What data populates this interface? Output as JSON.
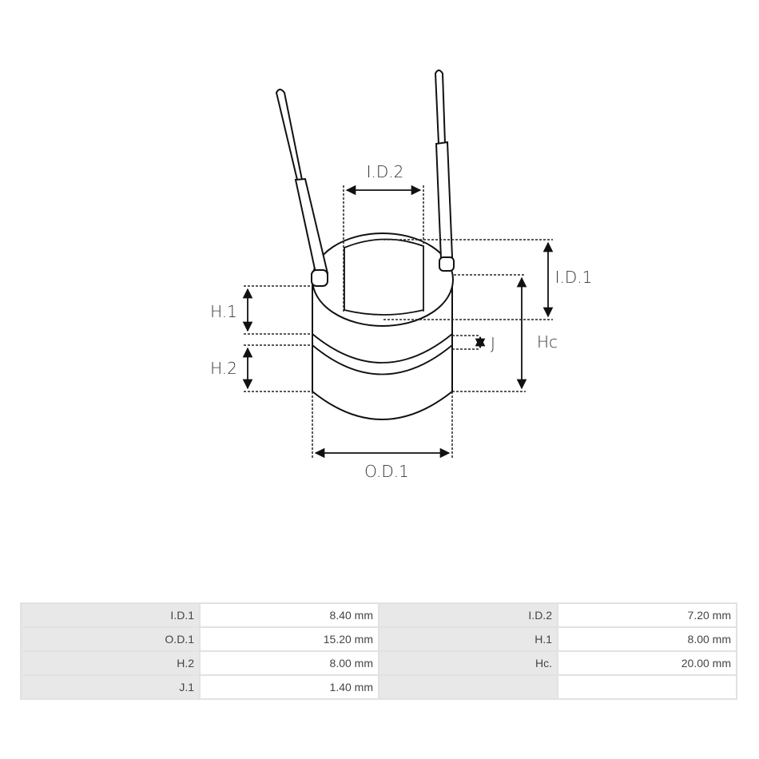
{
  "diagram": {
    "labels": {
      "id2": "I.D.2",
      "id1": "I.D.1",
      "hc": "Hc",
      "j": "J",
      "h1": "H.1",
      "h2": "H.2",
      "od1": "O.D.1"
    }
  },
  "table": {
    "rows": [
      [
        {
          "label": "I.D.1",
          "value": "8.40 mm"
        },
        {
          "label": "I.D.2",
          "value": "7.20 mm"
        }
      ],
      [
        {
          "label": "O.D.1",
          "value": "15.20 mm"
        },
        {
          "label": "H.1",
          "value": "8.00 mm"
        }
      ],
      [
        {
          "label": "H.2",
          "value": "8.00 mm"
        },
        {
          "label": "Hc.",
          "value": "20.00 mm"
        }
      ],
      [
        {
          "label": "J.1",
          "value": "1.40 mm"
        },
        {
          "label": "",
          "value": ""
        }
      ]
    ]
  }
}
